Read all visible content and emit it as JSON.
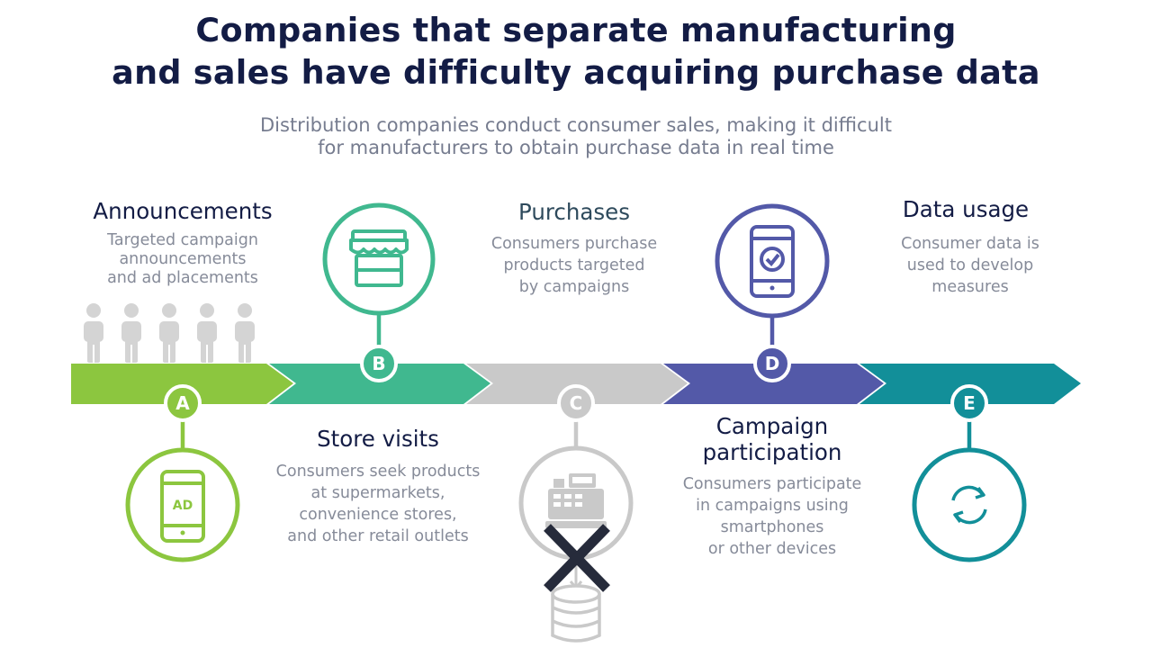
{
  "title": {
    "line1": "Companies that separate manufacturing",
    "line2": "and sales have difficulty acquiring purchase data"
  },
  "subtitle": {
    "line1": "Distribution companies conduct consumer sales, making it difficult",
    "line2": "for manufacturers to obtain purchase data in real time"
  },
  "colors": {
    "title": "#131c45",
    "text_gray": "#868b99",
    "step_a": "#8cc63f",
    "step_b": "#40b88f",
    "step_c": "#c9c9c9",
    "step_d": "#5359a8",
    "step_e": "#128f99",
    "people": "#d4d4d4",
    "cross": "#262b3b"
  },
  "steps": [
    {
      "id": "a",
      "badge": "A",
      "heading": "Announcements",
      "desc": [
        "Targeted campaign",
        "announcements",
        "and ad placements"
      ],
      "icon": "smartphone-ad-icon",
      "icon_text": "AD"
    },
    {
      "id": "b",
      "badge": "B",
      "heading": "Store visits",
      "desc": [
        "Consumers seek products",
        "at supermarkets,",
        "convenience stores,",
        "and other retail outlets"
      ],
      "icon": "storefront-icon"
    },
    {
      "id": "c",
      "badge": "C",
      "heading": "Purchases",
      "desc": [
        "Consumers purchase",
        "products targeted",
        "by campaigns"
      ],
      "icon": "cash-register-icon",
      "blocked_icon": "cross-icon",
      "target_icon": "database-icon"
    },
    {
      "id": "d",
      "badge": "D",
      "heading_lines": [
        "Campaign",
        "participation"
      ],
      "desc": [
        "Consumers participate",
        "in campaigns using",
        "smartphones",
        "or other devices"
      ],
      "icon": "smartphone-check-icon"
    },
    {
      "id": "e",
      "badge": "E",
      "heading": "Data usage",
      "desc": [
        "Consumer data is",
        "used to develop",
        "measures"
      ],
      "icon": "refresh-icon"
    }
  ],
  "people_icons": [
    "person-icon",
    "person-icon",
    "person-icon",
    "person-icon",
    "person-icon"
  ]
}
